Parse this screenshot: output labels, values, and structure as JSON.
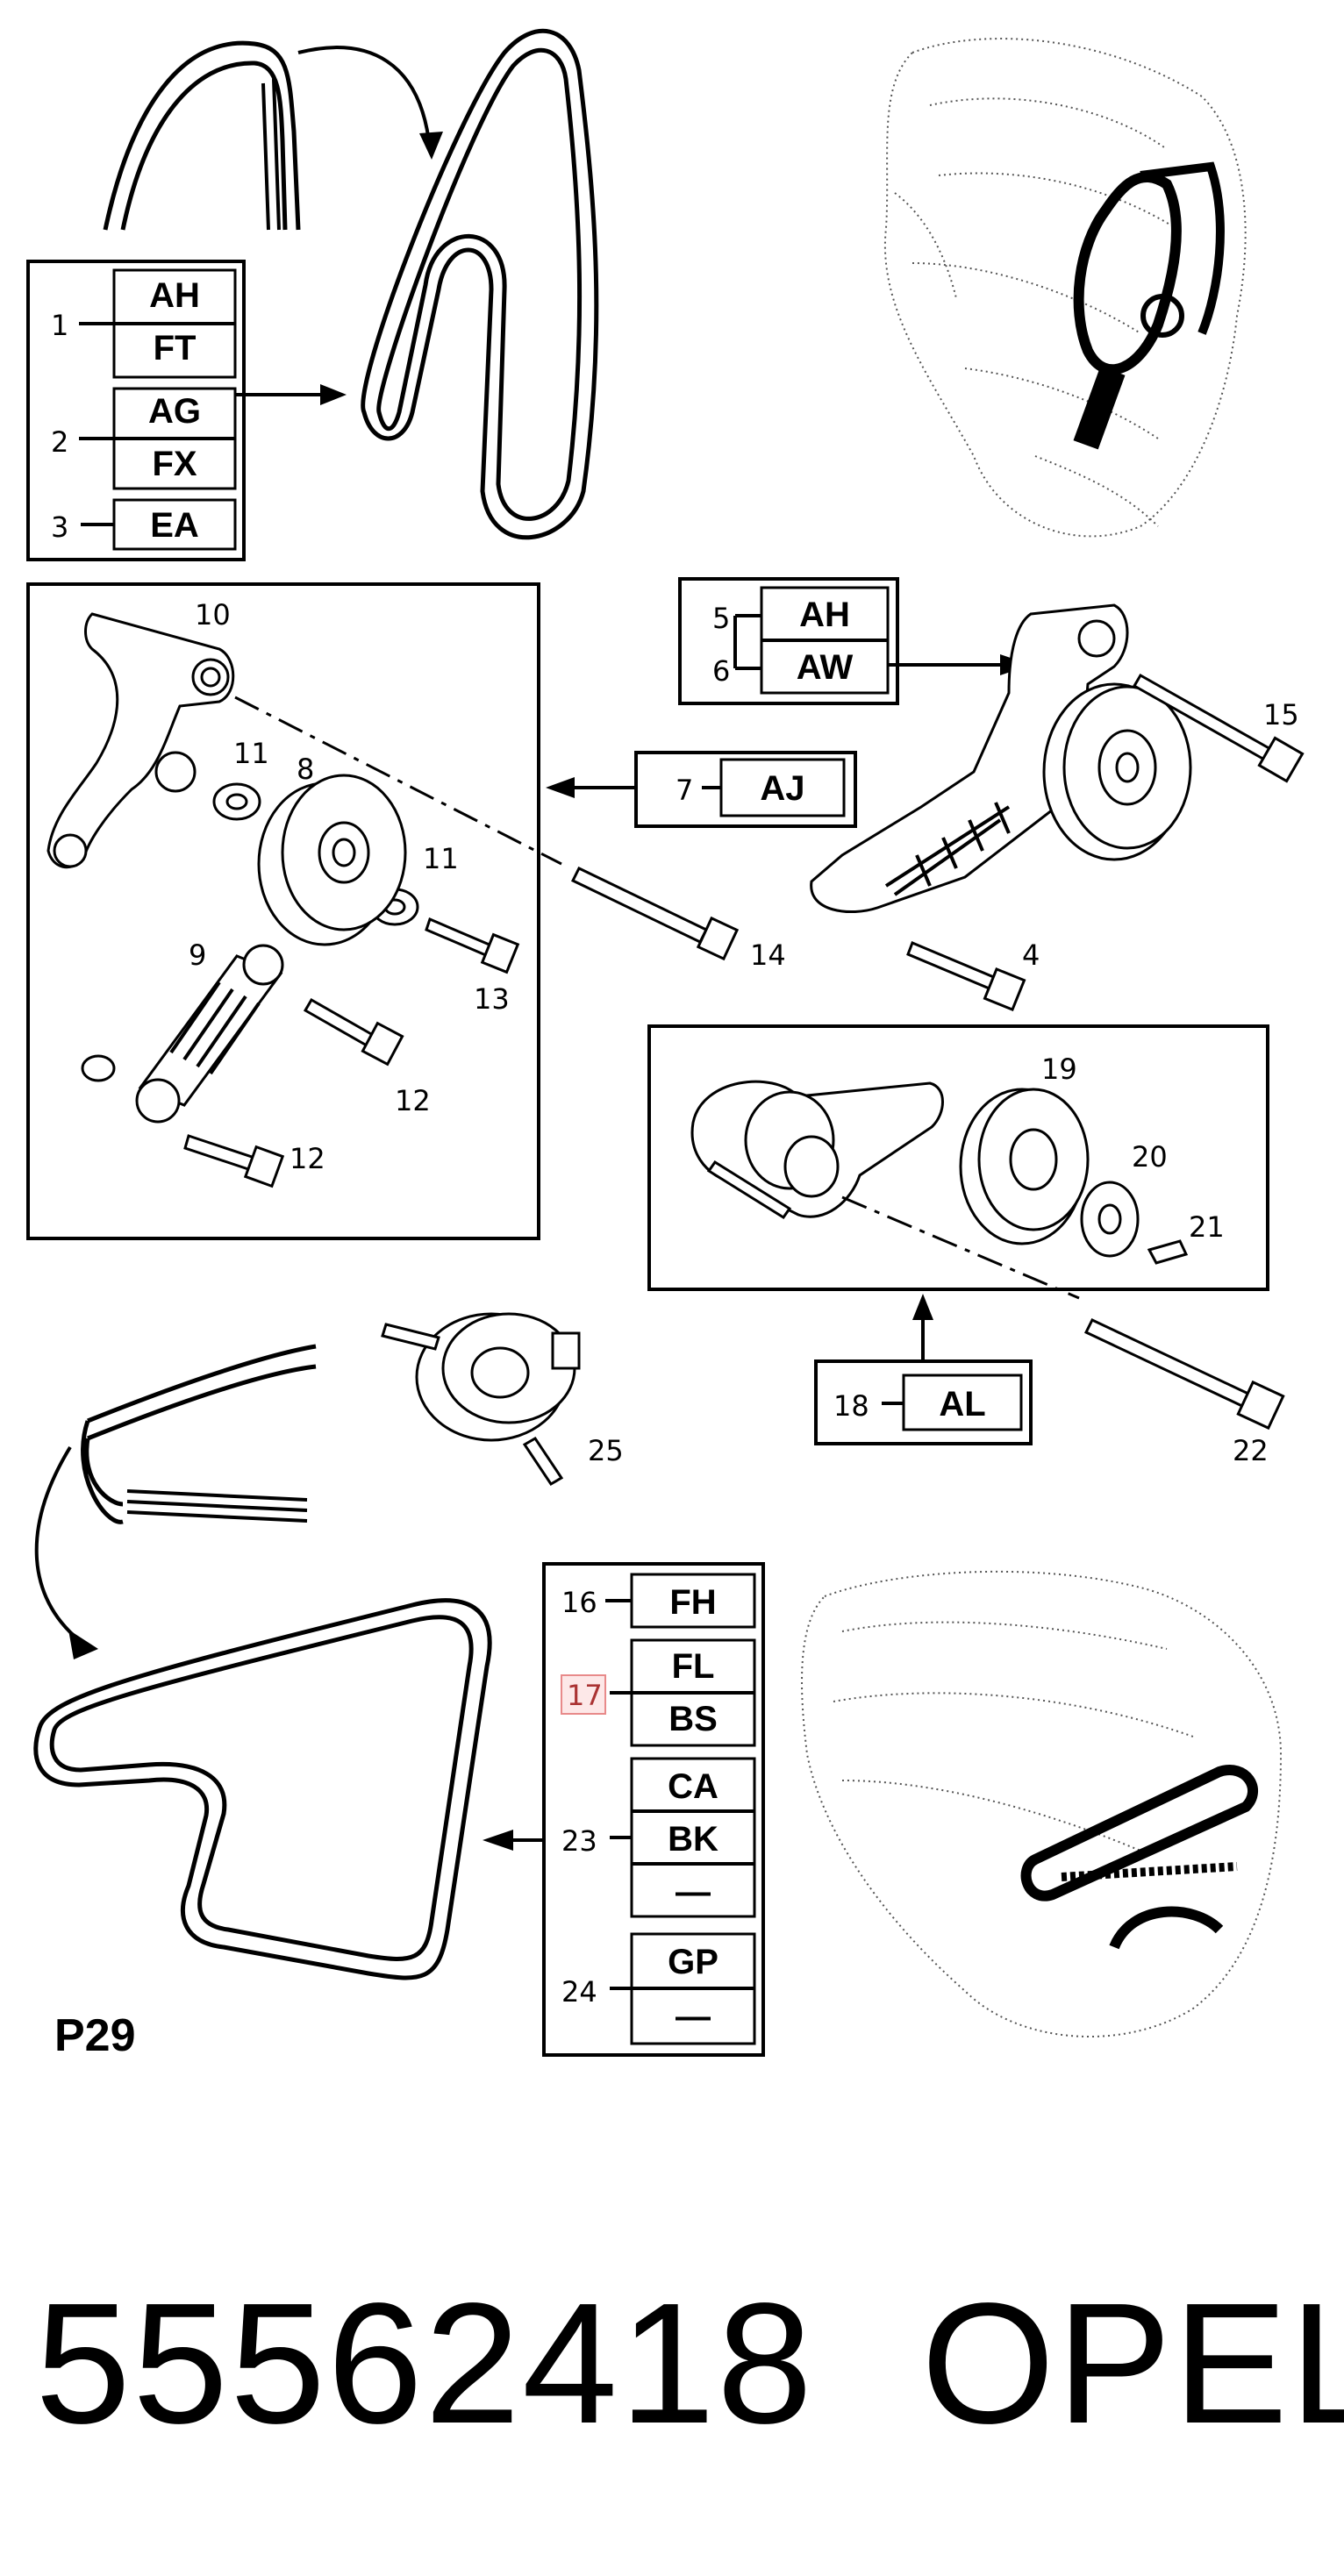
{
  "diagram": {
    "page_code": "P29",
    "group_1": {
      "callout": "1",
      "codes": [
        "AH",
        "FT"
      ]
    },
    "group_2": {
      "callout": "2",
      "codes": [
        "AG",
        "FX"
      ]
    },
    "group_3": {
      "callout": "3",
      "codes": [
        "EA"
      ]
    },
    "group_5": {
      "callout": "5",
      "codes": [
        "AH"
      ]
    },
    "group_6": {
      "callout": "6",
      "codes": [
        "AW"
      ]
    },
    "group_7": {
      "callout": "7",
      "codes": [
        "AJ"
      ]
    },
    "group_18": {
      "callout": "18",
      "codes": [
        "AL"
      ]
    },
    "group_16": {
      "callout": "16",
      "codes": [
        "FH"
      ]
    },
    "group_17": {
      "callout": "17",
      "codes": [
        "FL",
        "BS"
      ]
    },
    "group_23": {
      "callout": "23",
      "codes": [
        "CA",
        "BK",
        "—"
      ]
    },
    "group_24": {
      "callout": "24",
      "codes": [
        "GP",
        "—"
      ]
    },
    "part_labels": [
      "10",
      "11",
      "8",
      "11",
      "9",
      "13",
      "12",
      "12",
      "15",
      "14",
      "4",
      "19",
      "20",
      "21",
      "22",
      "25"
    ],
    "highlight_color": "#e88a8a"
  },
  "footer": {
    "part_number": "55562418",
    "brand": "OPEL"
  }
}
